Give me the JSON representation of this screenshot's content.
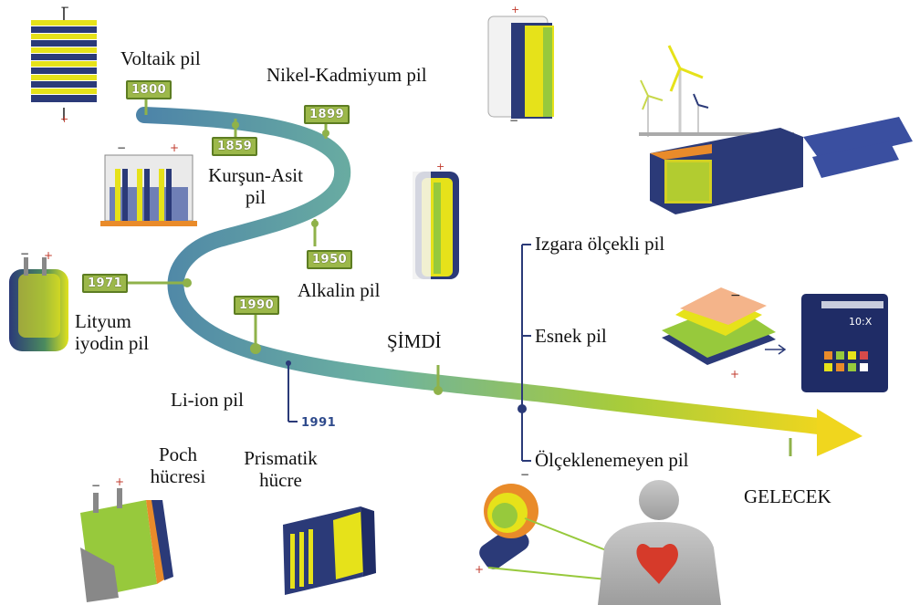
{
  "labels": {
    "voltaik": "Voltaik pil",
    "nikel": "Nikel-Kadmiyum pil",
    "kursun_1": "Kurşun-Asit",
    "kursun_2": "pil",
    "alkalin": "Alkalin pil",
    "lityum_1": "Lityum",
    "lityum_2": "iyodin pil",
    "li_ion": "Li-ion pil",
    "simdi": "ŞİMDİ",
    "izgara": "Izgara ölçekli pil",
    "esnek": "Esnek pil",
    "olceklenemeyen": "Ölçeklenemeyen pil",
    "gelecek": "GELECEK",
    "poch_1": "Poch",
    "poch_2": "hücresi",
    "prismatik_1": "Prismatik",
    "prismatik_2": "hücre"
  },
  "years": {
    "y1800": "1800",
    "y1859": "1859",
    "y1899": "1899",
    "y1950": "1950",
    "y1971": "1971",
    "y1990": "1990",
    "y1991": "1991"
  },
  "device": {
    "screen_text": "10:X"
  },
  "colors": {
    "timeline_start": "#5b8fb4",
    "timeline_end": "#e8d21f",
    "battery_navy": "#2b3a78",
    "battery_yellow": "#e6e21a",
    "battery_green": "#97c93c",
    "badge_green": "#9cb84a"
  }
}
